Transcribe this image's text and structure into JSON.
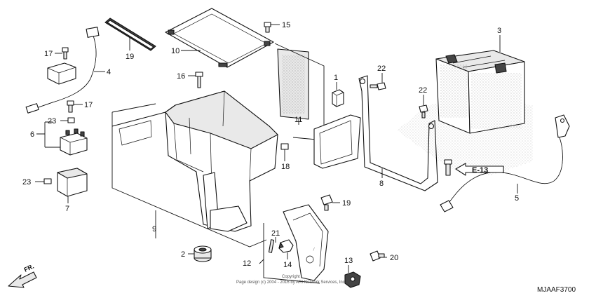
{
  "diagram": {
    "code": "MJAAF3700",
    "front_label": "FR.",
    "reference_label": "E-13",
    "watermark_line1": "Copyright",
    "watermark_line2": "Page design (c) 2004 - 2016 by ARI Network Services, Inc.",
    "parts": [
      {
        "id": "1",
        "label": "1"
      },
      {
        "id": "2",
        "label": "2"
      },
      {
        "id": "3",
        "label": "3"
      },
      {
        "id": "4",
        "label": "4"
      },
      {
        "id": "5",
        "label": "5"
      },
      {
        "id": "6",
        "label": "6"
      },
      {
        "id": "7",
        "label": "7"
      },
      {
        "id": "8",
        "label": "8"
      },
      {
        "id": "9",
        "label": "9"
      },
      {
        "id": "10",
        "label": "10"
      },
      {
        "id": "11",
        "label": "11"
      },
      {
        "id": "12",
        "label": "12"
      },
      {
        "id": "13",
        "label": "13"
      },
      {
        "id": "14",
        "label": "14"
      },
      {
        "id": "15",
        "label": "15"
      },
      {
        "id": "16",
        "label": "16"
      },
      {
        "id": "17a",
        "label": "17"
      },
      {
        "id": "17b",
        "label": "17"
      },
      {
        "id": "18",
        "label": "18"
      },
      {
        "id": "19a",
        "label": "19"
      },
      {
        "id": "19b",
        "label": "19"
      },
      {
        "id": "20",
        "label": "20"
      },
      {
        "id": "21",
        "label": "21"
      },
      {
        "id": "22a",
        "label": "22"
      },
      {
        "id": "22b",
        "label": "22"
      },
      {
        "id": "23a",
        "label": "23"
      },
      {
        "id": "23b",
        "label": "23"
      }
    ]
  }
}
